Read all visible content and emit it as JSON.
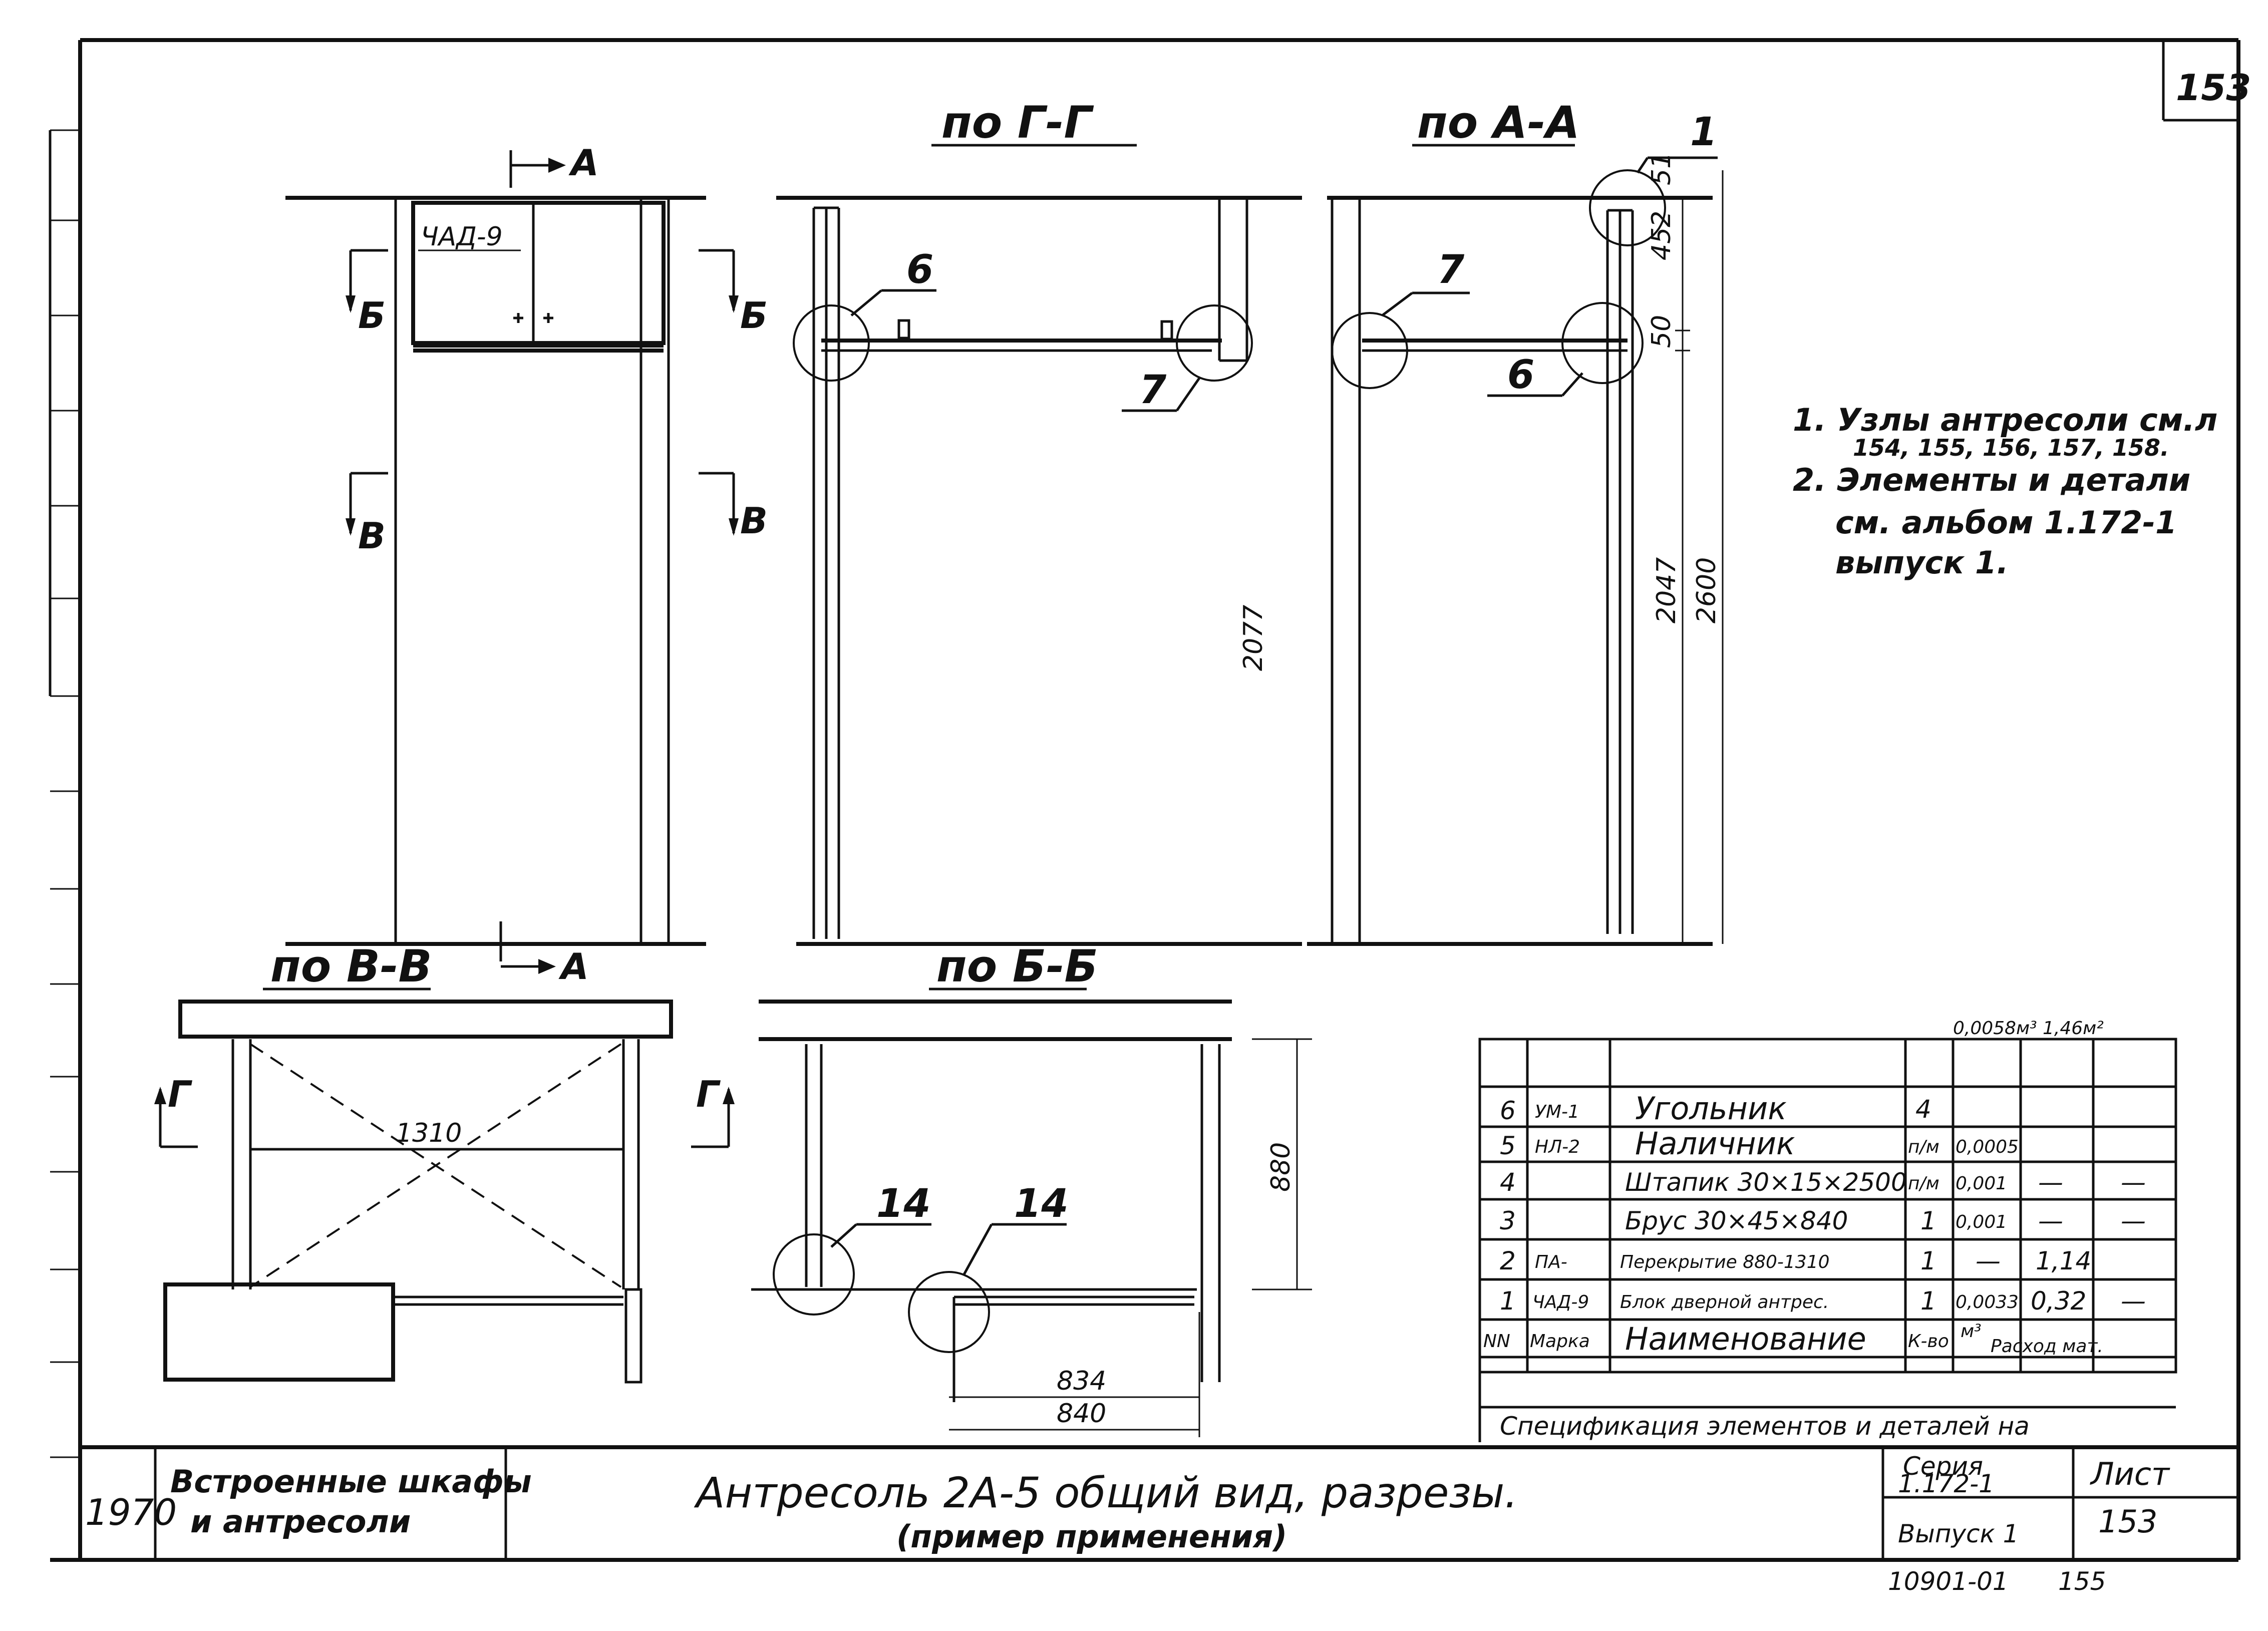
{
  "sheet_number": "153",
  "sections": {
    "gg": "по Г-Г",
    "aa": "по А-А",
    "vv": "по В-В",
    "bb": "по Б-Б"
  },
  "cut_marks": {
    "a": "А",
    "b": "Б",
    "v": "В",
    "g": "Г"
  },
  "elevation": {
    "block_label": "ЧАД-9"
  },
  "callouts": {
    "c1": "1",
    "c6": "6",
    "c7": "7",
    "c14": "14"
  },
  "dimensions": {
    "d51": "51",
    "d452": "452",
    "d50": "50",
    "d2047": "2047",
    "d2600": "2600",
    "d2077": "2077",
    "d1310": "1310",
    "d880": "880",
    "d834": "834",
    "d840": "840"
  },
  "notes": {
    "n1_line1": "1. Узлы антресоли см.л",
    "n1_line2": "154, 155, 156, 157, 158.",
    "n2_line1": "2. Элементы и детали",
    "n2_line2": "см. альбом 1.172-1",
    "n2_line3": "выпуск 1."
  },
  "spec_table": {
    "totals": "0,0058м³ 1,46м²",
    "rows": [
      {
        "no": "6",
        "mark": "УМ-1",
        "name": "Угольник",
        "qty": "4",
        "c1": "",
        "c2": "",
        "c3": ""
      },
      {
        "no": "5",
        "mark": "НЛ-2",
        "name": "Наличник",
        "qty": "п/м",
        "c1": "0,0005",
        "c2": "",
        "c3": ""
      },
      {
        "no": "4",
        "mark": "",
        "name": "Штапик 30×15×2500",
        "qty": "п/м",
        "c1": "0,001",
        "c2": "—",
        "c3": "—"
      },
      {
        "no": "3",
        "mark": "",
        "name": "Брус 30×45×840",
        "qty": "1",
        "c1": "0,001",
        "c2": "—",
        "c3": "—"
      },
      {
        "no": "2",
        "mark": "ПА-",
        "name": "Перекрытие 880-1310",
        "qty": "1",
        "c1": "—",
        "c2": "1,14",
        "c3": ""
      },
      {
        "no": "1",
        "mark": "ЧАД-9",
        "name": "Блок дверной антрес.",
        "qty": "1",
        "c1": "0,0033",
        "c2": "0,32",
        "c3": "—"
      }
    ],
    "header": {
      "no": "NN",
      "mark": "Марка",
      "name": "Наименование",
      "qty": "К-во",
      "c1": "м³",
      "c23": "Расход мат."
    },
    "caption": "Спецификация элементов и деталей на"
  },
  "title_block": {
    "year": "1970",
    "series_name_line1": "Встроенные шкафы",
    "series_name_line2": "и антресоли",
    "title": "Антресоль 2А-5 общий вид, разрезы.",
    "subtitle": "(пример применения)",
    "seria_label": "Серия",
    "seria_value": "1.172-1",
    "vypusk": "Выпуск 1",
    "list_label": "Лист",
    "list_value": "153"
  },
  "archive": {
    "code": "10901-01",
    "page": "155"
  }
}
